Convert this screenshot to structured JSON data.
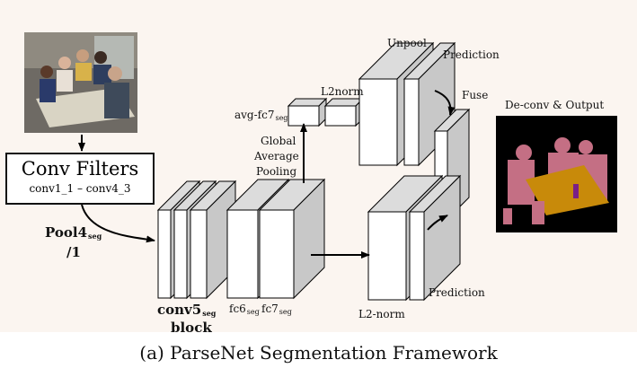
{
  "caption": "(a) ParseNet Segmentation Framework",
  "conv_filters": {
    "title": "Conv Filters",
    "subtitle": "conv1_1 – conv4_3"
  },
  "pool4": {
    "name": "Pool4",
    "sub": "seg",
    "suffix": "/1"
  },
  "conv5": {
    "name": "conv5",
    "sub": "seg",
    "line2": "block"
  },
  "fc6": {
    "name": "fc6",
    "sub": "seg"
  },
  "fc7": {
    "name": "fc7",
    "sub": "seg"
  },
  "gap": {
    "line1": "Global",
    "line2": "Average",
    "line3": "Pooling"
  },
  "avg_fc7": {
    "name": "avg-fc7",
    "sub": "seg"
  },
  "l2norm_top": "L2norm",
  "unpool": "Unpool",
  "prediction_top": "Prediction",
  "fuse": "Fuse",
  "l2norm_bottom": "L2-norm",
  "prediction_bottom": "Prediction",
  "deconv": "De-conv & Output",
  "colors": {
    "background": "#fbf5f0",
    "box_front": "#ffffff",
    "box_side": "#c8c8c8",
    "box_top": "#dcdcdc",
    "seg_black": "#000000",
    "seg_person": "#c46f84",
    "seg_table": "#c88a0a",
    "seg_bottle": "#7a1f86"
  }
}
